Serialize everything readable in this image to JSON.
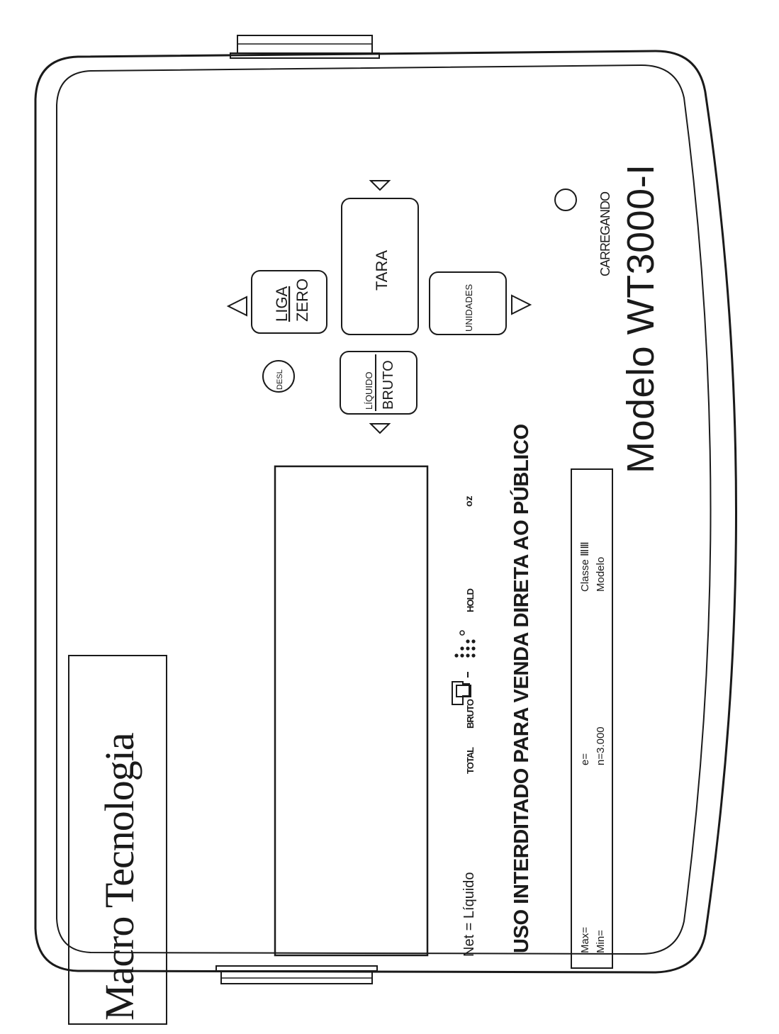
{
  "brand": "Macro Tecnologia",
  "display_indicators": {
    "net": "Net = Líquido",
    "total": "TOTAL",
    "bruto": "BRUTO",
    "hold": "HOLD",
    "oz": "oz"
  },
  "buttons": {
    "desl": "DESL",
    "liga": "LIGA",
    "zero": "ZERO",
    "tara": "TARA",
    "liquido": "LÍQUIDO",
    "bruto": "BRUTO",
    "unidades": "UNIDADES"
  },
  "charging_label": "CARREGANDO",
  "notice": "USO INTERDITADO PARA VENDA DIRETA AO PÚBLICO",
  "model": "Modelo WT3000-I",
  "plate": {
    "max": "Max=",
    "min": "Min=",
    "e": "e=",
    "n": "n=3.000",
    "classe": "Classe ⅢⅢ",
    "modelo": "Modelo"
  },
  "colors": {
    "ink": "#1a1a1a",
    "paper": "#ffffff"
  }
}
